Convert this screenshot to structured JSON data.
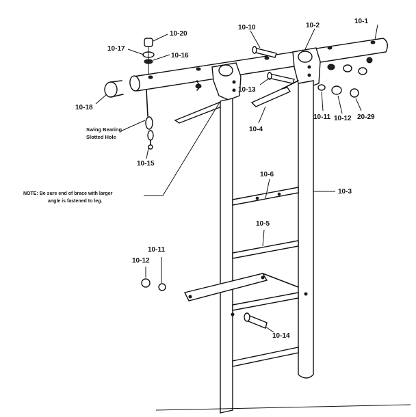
{
  "labels": {
    "p10_1": "10-1",
    "p10_2": "10-2",
    "p10_10": "10-10",
    "p10_20": "10-20",
    "p10_17": "10-17",
    "p10_16": "10-16",
    "p10_18": "10-18",
    "p10_13": "10-13",
    "p10_4": "10-4",
    "p10_11_top": "10-11",
    "p10_12_top": "10-12",
    "p20_29": "20-29",
    "p10_15": "10-15",
    "p10_6": "10-6",
    "p10_3": "10-3",
    "p10_5": "10-5",
    "p10_11_bot": "10-11",
    "p10_12_bot": "10-12",
    "p10_14": "10-14"
  },
  "captions": {
    "swing_bearing_line1": "Swing Bearing",
    "swing_bearing_line2": "Slotted Hole"
  },
  "note": {
    "line1": "NOTE: Be sure end of brace with larger",
    "line2": "angle is fastened to leg."
  }
}
